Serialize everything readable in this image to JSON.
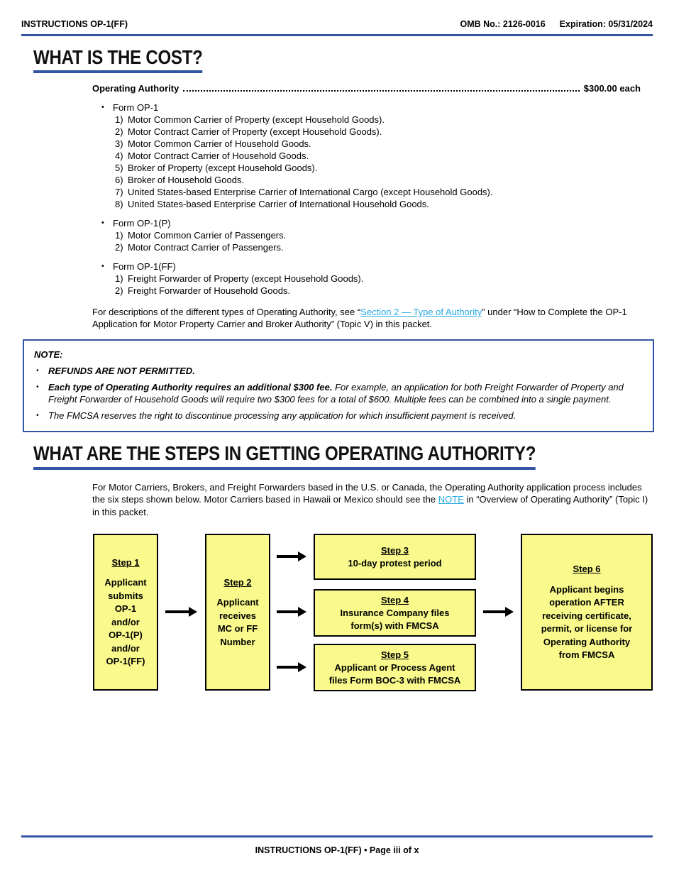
{
  "bullet_char": "•",
  "header": {
    "title": "INSTRUCTIONS OP-1(FF)",
    "omb": "OMB No.: 2126-0016",
    "expiration": "Expiration: 05/31/2024"
  },
  "cost_section": {
    "heading": "WHAT IS THE COST?",
    "fee_line": {
      "label": "Operating Authority",
      "amount": "$300.00 each"
    },
    "form_groups": [
      {
        "label": "Form OP-1",
        "items": [
          {
            "n": "1)",
            "text": "Motor Common Carrier of Property (except Household Goods)."
          },
          {
            "n": "2)",
            "text": "Motor Contract Carrier of Property (except Household Goods)."
          },
          {
            "n": "3)",
            "text": "Motor Common Carrier of Household Goods."
          },
          {
            "n": "4)",
            "text": "Motor Contract Carrier of Household Goods."
          },
          {
            "n": "5)",
            "text": "Broker of Property (except Household Goods)."
          },
          {
            "n": "6)",
            "text": "Broker of Household Goods."
          },
          {
            "n": "7)",
            "text": "United States-based Enterprise Carrier of International Cargo (except Household Goods)."
          },
          {
            "n": "8)",
            "text": "United States-based Enterprise Carrier of International Household Goods."
          }
        ]
      },
      {
        "label": "Form OP-1(P)",
        "items": [
          {
            "n": "1)",
            "text": "Motor Common Carrier of Passengers."
          },
          {
            "n": "2)",
            "text": "Motor Contract Carrier of Passengers."
          }
        ]
      },
      {
        "label": "Form OP-1(FF)",
        "items": [
          {
            "n": "1)",
            "text": "Freight Forwarder of Property (except Household Goods)."
          },
          {
            "n": "2)",
            "text": "Freight Forwarder of Household Goods."
          }
        ]
      }
    ],
    "description": {
      "before": "For descriptions of the different types of Operating Authority, see “",
      "link": "Section 2 — Type of Authority",
      "after": "” under “How to Complete the OP-1 Application for Motor Property Carrier and Broker Authority” (Topic V) in this packet."
    }
  },
  "note_box": {
    "title": "NOTE:",
    "bullets": [
      {
        "bold": "REFUNDS ARE NOT PERMITTED.",
        "rest": ""
      },
      {
        "bold": "Each type of Operating Authority requires an additional $300 fee.",
        "rest": " For example, an application for both Freight Forwarder of Property and Freight Forwarder of Household Goods will require two $300 fees for a total of $600. Multiple fees can be combined into a single payment."
      },
      {
        "bold": "",
        "rest": "The FMCSA reserves the right to discontinue processing any application for which insufficient payment is received."
      }
    ]
  },
  "steps_section": {
    "heading": "WHAT ARE THE STEPS IN GETTING OPERATING AUTHORITY?",
    "intro": {
      "before": "For Motor Carriers, Brokers, and Freight Forwarders based in the U.S. or Canada, the Operating Authority application process includes the six steps shown below. Motor Carriers based in Hawaii or Mexico should see the ",
      "link": "NOTE",
      "after": " in “Overview of Operating Authority” (Topic I) in this packet."
    },
    "flowchart": {
      "boxes": [
        {
          "title": "Step 1",
          "body": "Applicant\nsubmits\nOP-1\nand/or\nOP-1(P)\nand/or\nOP-1(FF)"
        },
        {
          "title": "Step 2",
          "body": "Applicant\nreceives\nMC or FF\nNumber"
        },
        {
          "title": "Step 3",
          "body": "10-day protest period"
        },
        {
          "title": "Step 4",
          "body": "Insurance Company files\nform(s) with FMCSA"
        },
        {
          "title": "Step 5",
          "body": "Applicant or Process Agent\nfiles Form BOC-3 with FMCSA"
        },
        {
          "title": "Step 6",
          "body": "Applicant begins\noperation AFTER\nreceiving certificate,\npermit, or license for\nOperating Authority\nfrom FMCSA"
        }
      ]
    }
  },
  "footer": {
    "text": "INSTRUCTIONS OP-1(FF) • Page iii of x"
  },
  "colors": {
    "rule_blue": "#3355a4",
    "link_blue": "#29abe2",
    "box_yellow": "#f9f98c"
  }
}
